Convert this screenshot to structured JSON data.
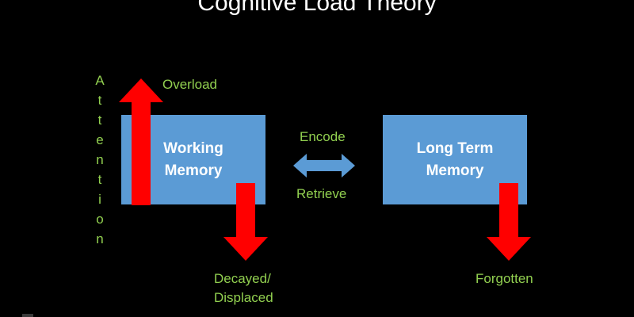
{
  "title": "Cognitive Load Theory",
  "boxes": {
    "working_memory": {
      "line1": "Working",
      "line2": "Memory"
    },
    "long_term_memory": {
      "line1": "Long Term",
      "line2": "Memory"
    }
  },
  "labels": {
    "overload": "Overload",
    "encode": "Encode",
    "retrieve": "Retrieve",
    "decayed_line1": "Decayed/",
    "decayed_line2": "Displaced",
    "forgotten": "Forgotten"
  },
  "attention_letters": [
    "A",
    "t",
    "t",
    "e",
    "n",
    "t",
    "i",
    "o",
    "n"
  ],
  "colors": {
    "background": "#000000",
    "box_fill": "#5b9bd5",
    "label_green": "#92d050",
    "arrow_red": "#ff0000",
    "title_white": "#ffffff"
  }
}
